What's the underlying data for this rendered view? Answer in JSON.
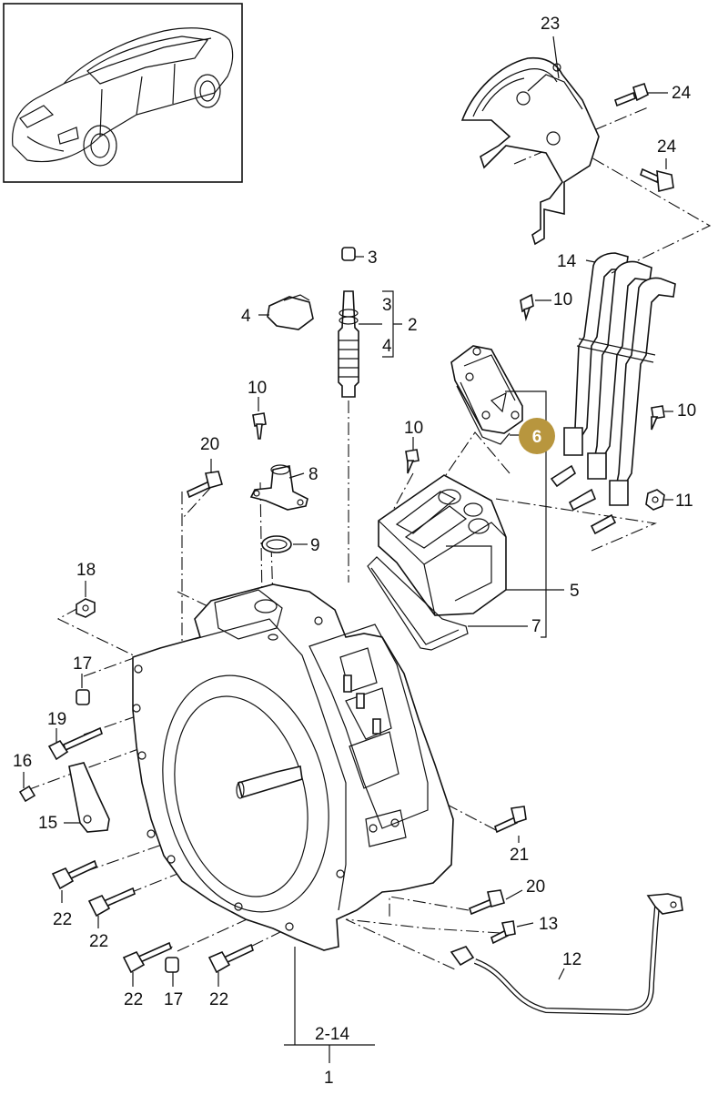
{
  "diagram": {
    "callouts": [
      {
        "id": "c1",
        "text": "1"
      },
      {
        "id": "c2",
        "text": "2"
      },
      {
        "id": "c2_14",
        "text": "2-14"
      },
      {
        "id": "c3a",
        "text": "3"
      },
      {
        "id": "c3b",
        "text": "3"
      },
      {
        "id": "c4a",
        "text": "4"
      },
      {
        "id": "c4b",
        "text": "4"
      },
      {
        "id": "c5",
        "text": "5"
      },
      {
        "id": "c6",
        "text": "6"
      },
      {
        "id": "c7",
        "text": "7"
      },
      {
        "id": "c8",
        "text": "8"
      },
      {
        "id": "c9",
        "text": "9"
      },
      {
        "id": "c10a",
        "text": "10"
      },
      {
        "id": "c10b",
        "text": "10"
      },
      {
        "id": "c10c",
        "text": "10"
      },
      {
        "id": "c10d",
        "text": "10"
      },
      {
        "id": "c11",
        "text": "11"
      },
      {
        "id": "c12",
        "text": "12"
      },
      {
        "id": "c13",
        "text": "13"
      },
      {
        "id": "c14",
        "text": "14"
      },
      {
        "id": "c15",
        "text": "15"
      },
      {
        "id": "c16",
        "text": "16"
      },
      {
        "id": "c17a",
        "text": "17"
      },
      {
        "id": "c17b",
        "text": "17"
      },
      {
        "id": "c18",
        "text": "18"
      },
      {
        "id": "c19",
        "text": "19"
      },
      {
        "id": "c20a",
        "text": "20"
      },
      {
        "id": "c20b",
        "text": "20"
      },
      {
        "id": "c21",
        "text": "21"
      },
      {
        "id": "c22a",
        "text": "22"
      },
      {
        "id": "c22b",
        "text": "22"
      },
      {
        "id": "c22c",
        "text": "22"
      },
      {
        "id": "c22d",
        "text": "22"
      },
      {
        "id": "c23",
        "text": "23"
      },
      {
        "id": "c24a",
        "text": "24"
      },
      {
        "id": "c24b",
        "text": "24"
      }
    ],
    "highlight": {
      "text": "6",
      "color": "#b8963e",
      "text_color": "#ffffff"
    },
    "line_color": "#111111",
    "background": "#ffffff"
  }
}
